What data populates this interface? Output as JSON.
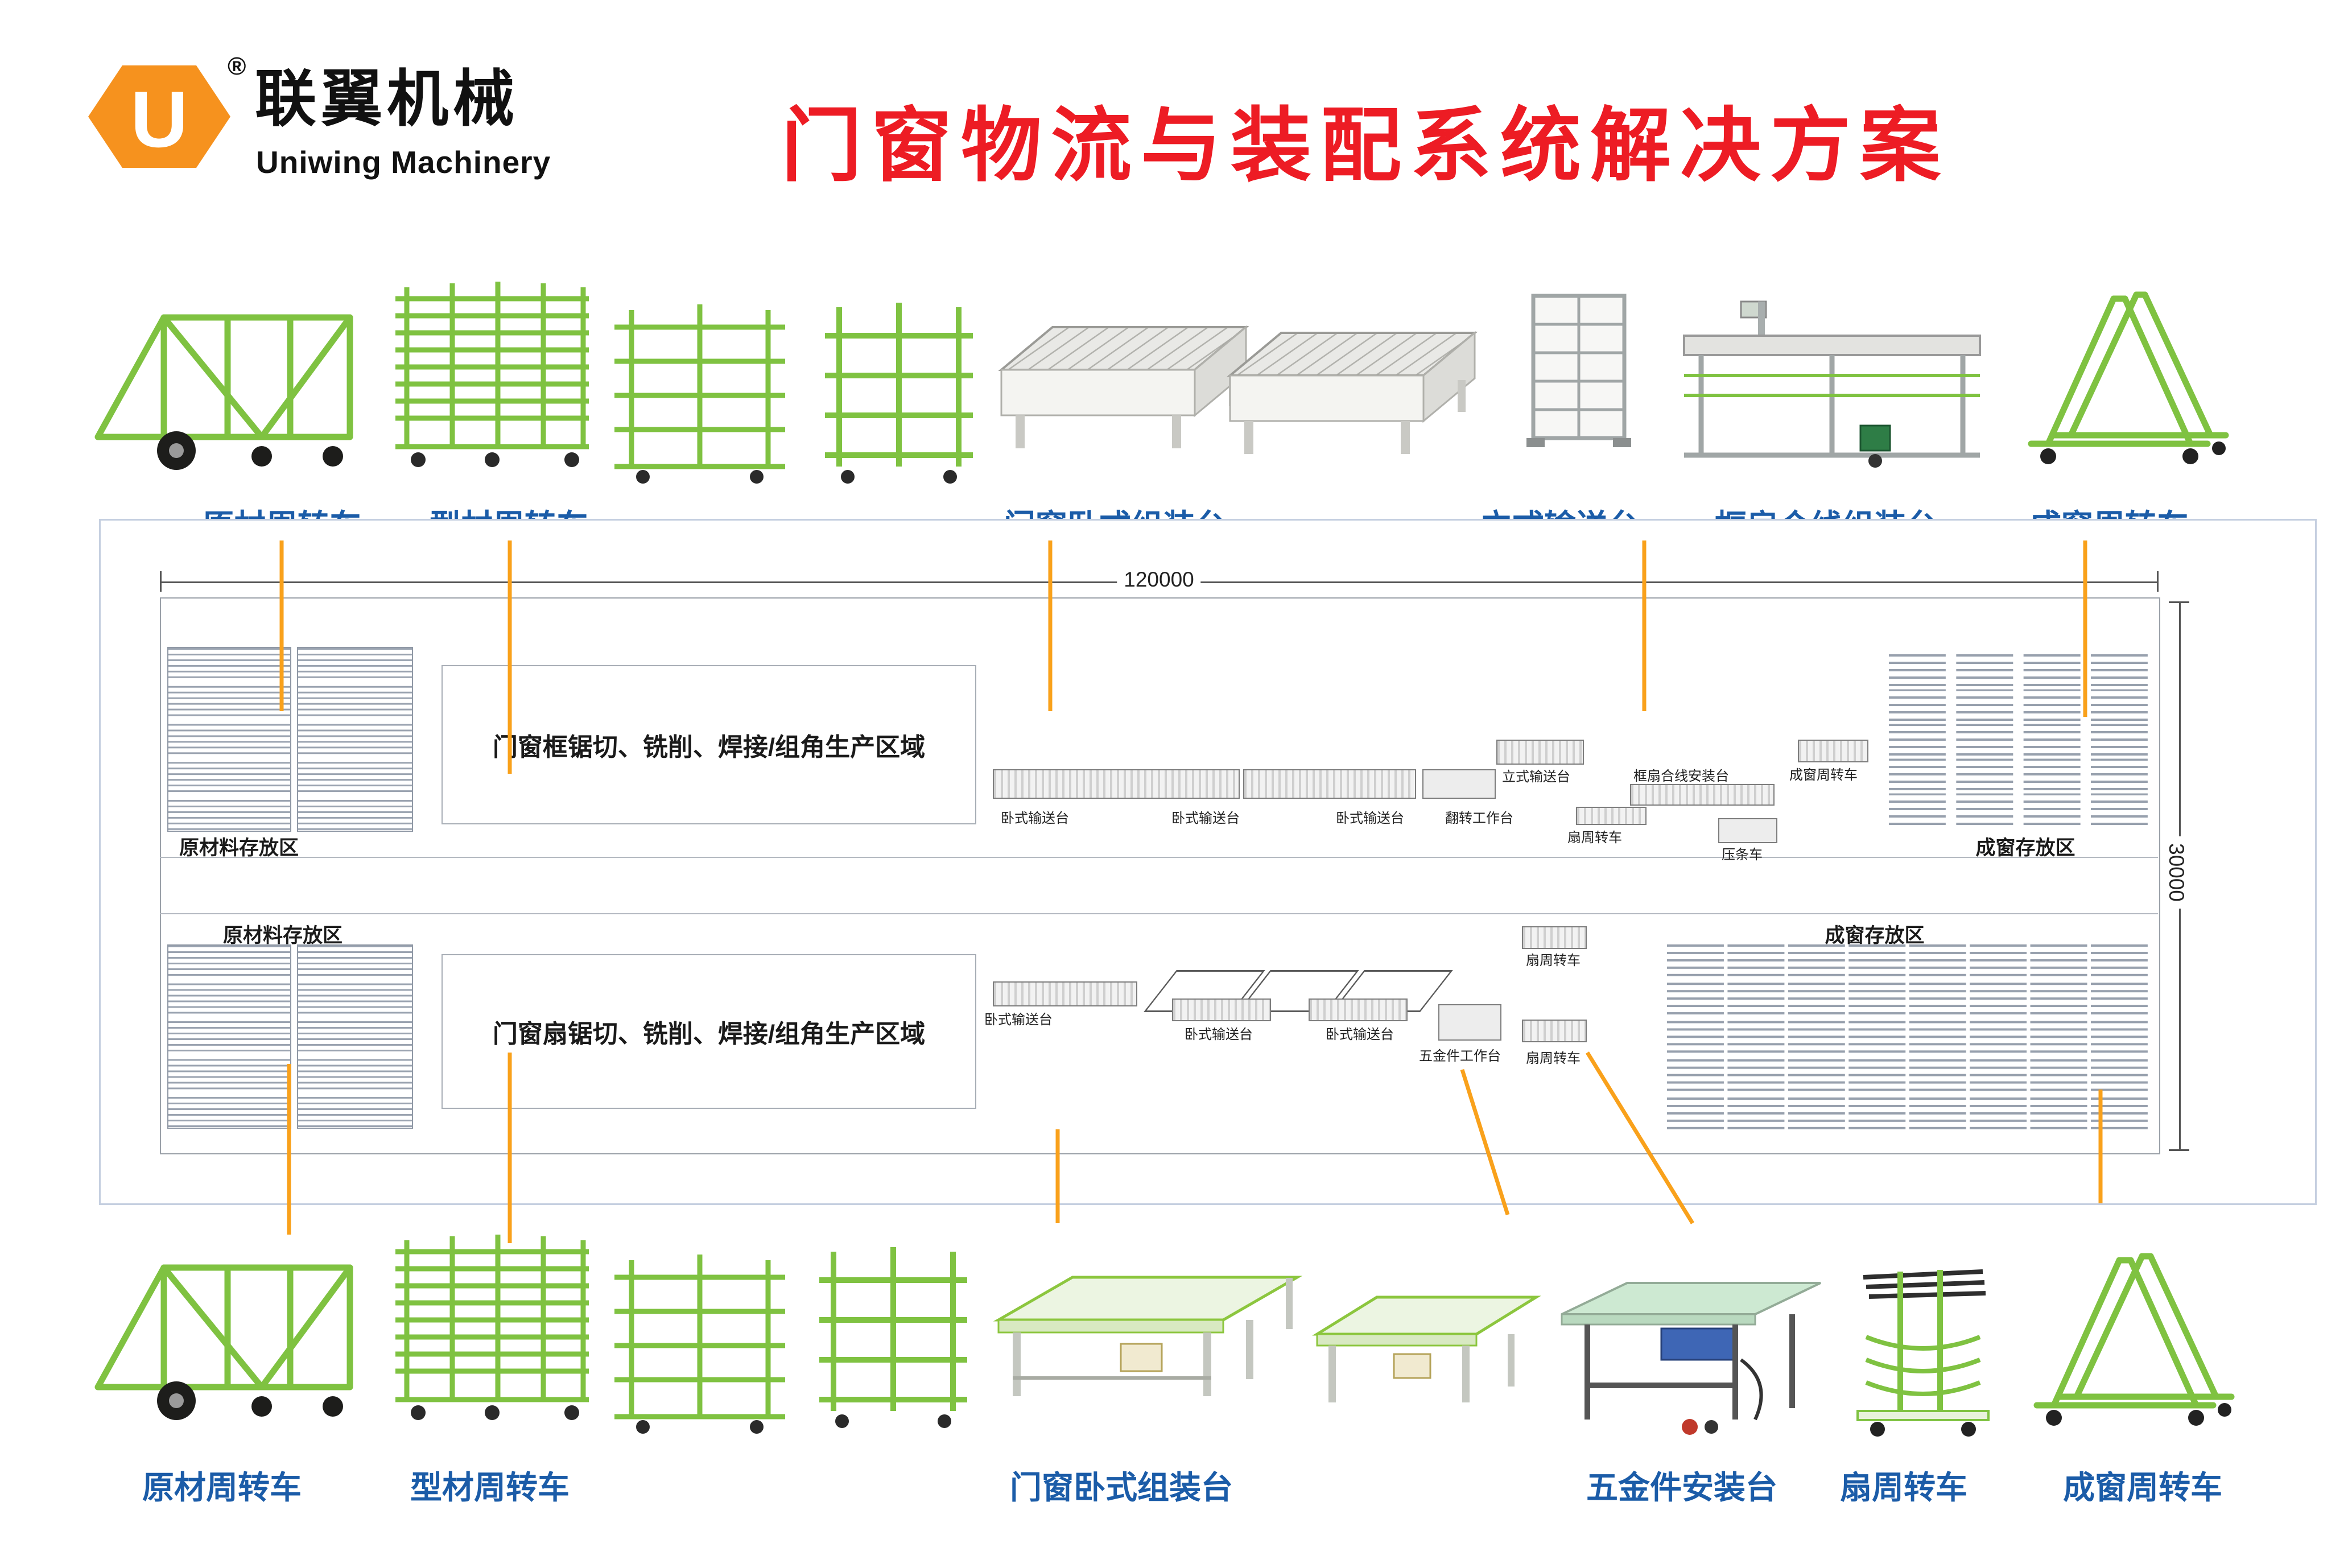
{
  "colors": {
    "accent_orange": "#F6921E",
    "title_red": "#ED1C24",
    "label_blue": "#1B5CA8",
    "equipment_green": "#7FC241",
    "connector_orange": "#F9A11B"
  },
  "header": {
    "logo_letter": "U",
    "registered_mark": "®",
    "brand_cn": "联翼机械",
    "brand_en": "Uniwing Machinery",
    "title": "门窗物流与装配系统解决方案"
  },
  "top_row": {
    "labels": [
      {
        "text": "原材周转车"
      },
      {
        "text": "型材周转车"
      },
      {
        "text": "门窗卧式组装台"
      },
      {
        "text": "立式输送台"
      },
      {
        "text": "框扇合线组装台"
      },
      {
        "text": "成窗周转车"
      }
    ]
  },
  "bottom_row": {
    "labels": [
      {
        "text": "原材周转车"
      },
      {
        "text": "型材周转车"
      },
      {
        "text": "门窗卧式组装台"
      },
      {
        "text": "五金件安装台"
      },
      {
        "text": "扇周转车"
      },
      {
        "text": "成窗周转车"
      }
    ]
  },
  "floorplan": {
    "width_dim": "120000",
    "height_dim": "30000",
    "row1": {
      "storage_left": "原材料存放区",
      "production_area": "门窗框锯切、铣削、焊接/组角生产区域",
      "equipment_labels": [
        "卧式输送台",
        "卧式输送台",
        "卧式输送台",
        "翻转工作台",
        "立式输送台",
        "框扇合线安装台",
        "扇周转车",
        "压条车",
        "成窗周转车"
      ],
      "storage_right": "成窗存放区"
    },
    "row2": {
      "storage_left": "原材料存放区",
      "production_area": "门窗扇锯切、铣削、焊接/组角生产区域",
      "equipment_labels": [
        "卧式输送台",
        "卧式输送台",
        "卧式输送台",
        "五金件工作台",
        "扇周转车",
        "扇周转车"
      ],
      "storage_right": "成窗存放区"
    }
  }
}
